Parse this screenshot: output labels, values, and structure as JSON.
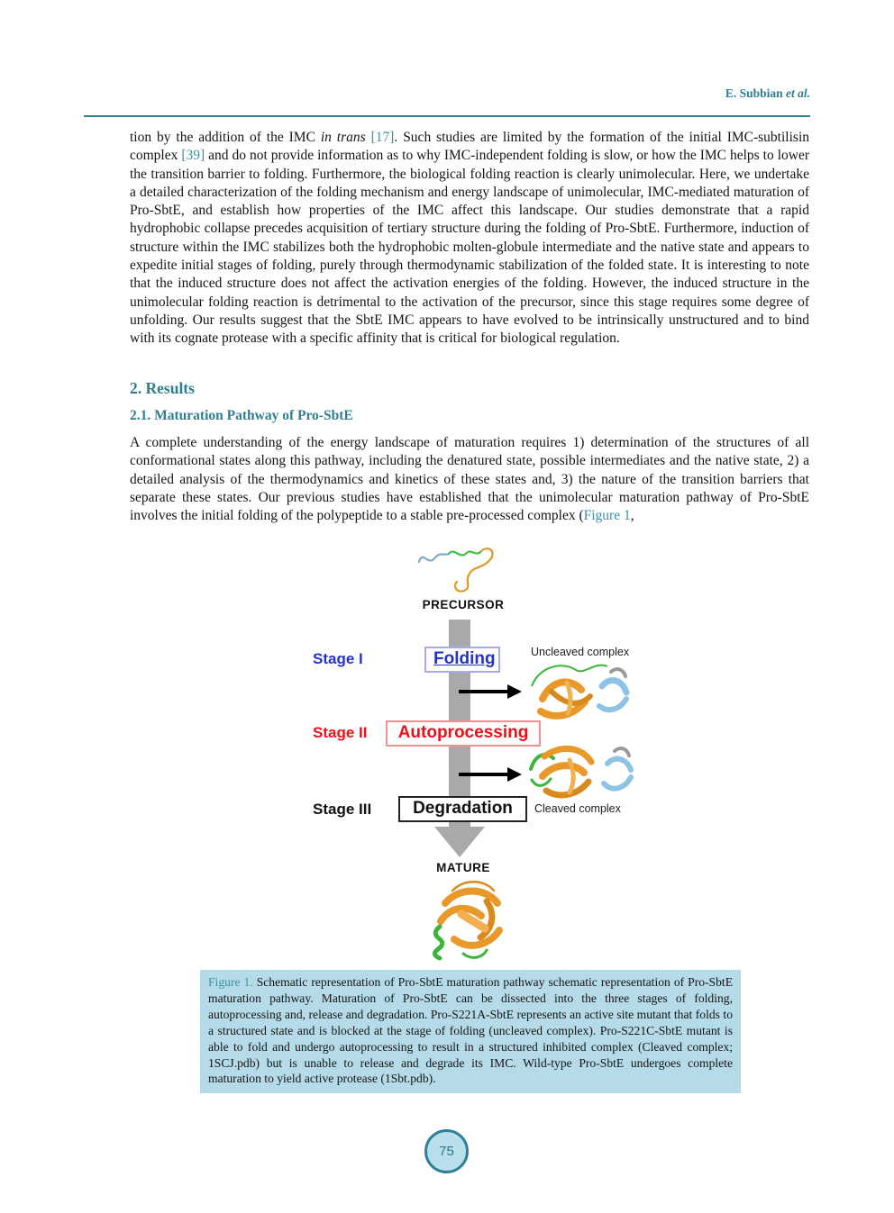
{
  "colors": {
    "accent_teal": "#2E7E90",
    "link_teal": "#3E8FA4",
    "caption_bg": "#B5DBE8",
    "stage1_blue": "#2633C8",
    "stage2_red": "#E91219",
    "stage3_black": "#111111",
    "gray_arrow": "#A9A9A9",
    "pagenum_fill": "#B9DFEA",
    "pagenum_border": "#2E7F99"
  },
  "header": {
    "segments": [
      {
        "t": "E. Subbian "
      },
      {
        "t": "et al.",
        "c": "it"
      }
    ]
  },
  "paragraph1": {
    "segments": [
      {
        "t": "tion by the addition of the IMC "
      },
      {
        "t": "in trans",
        "c": "it"
      },
      {
        "t": " "
      },
      {
        "t": "[17]",
        "c": "lk",
        "n": "citation-link-17",
        "i": true
      },
      {
        "t": ". Such studies are limited by the formation of the initial IMC-subtilisin complex "
      },
      {
        "t": "[39]",
        "c": "lk",
        "n": "citation-link-39",
        "i": true
      },
      {
        "t": " and do not provide information as to why IMC-independent folding is slow, or how the IMC helps to lower the transition barrier to folding. Furthermore, the biological folding reaction is clearly unimolecular. Here, we undertake a detailed characterization of the folding mechanism and energy landscape of unimolecular, IMC-mediated maturation of Pro-SbtE, and establish how properties of the IMC affect this landscape. Our studies demonstrate that a rapid hydrophobic collapse precedes acquisition of tertiary structure during the folding of Pro-SbtE. Furthermore, induction of structure within the IMC stabilizes both the hydrophobic molten-globule intermediate and the native state and appears to expedite initial stages of folding, purely through thermodynamic stabilization of the folded state. It is interesting to note that the induced structure does not affect the activation energies of the folding. However, the induced structure in the unimolecular folding reaction is detrimental to the activation of the precursor, since this stage requires some degree of unfolding. Our results suggest that the SbtE IMC appears to have evolved to be intrinsically unstructured and to bind with its cognate protease with a specific affinity that is critical for biological regulation."
      }
    ]
  },
  "headings": {
    "results": "2. Results",
    "subsection": "2.1. Maturation Pathway of Pro-SbtE"
  },
  "paragraph2": {
    "segments": [
      {
        "t": "A complete understanding of the energy landscape of maturation requires 1) determination of the structures of all conformational states along this pathway, including the denatured state, possible intermediates and the native state, 2) a detailed analysis of the thermodynamics and kinetics of these states and, 3) the nature of the transition barriers that separate these states. Our previous studies have established that the unimolecular maturation pathway of Pro-SbtE involves the initial folding of the polypeptide to a stable pre-processed complex ("
      },
      {
        "t": "Figure 1",
        "c": "lk",
        "n": "figure-1-link",
        "i": true
      },
      {
        "t": ","
      }
    ]
  },
  "figure": {
    "precursor_label": "PRECURSOR",
    "stage1_label": "Stage I",
    "stage1_box": "Folding",
    "uncleaved_label": "Uncleaved complex",
    "stage2_label": "Stage II",
    "stage2_box": "Autoprocessing",
    "stage3_label": "Stage III",
    "stage3_box": "Degradation",
    "cleaved_label": "Cleaved complex",
    "mature_label": "MATURE"
  },
  "caption": {
    "segments": [
      {
        "t": "Figure 1.",
        "c": "cl"
      },
      {
        "t": " Schematic representation of Pro-SbtE maturation pathway schematic representation of Pro-SbtE maturation pathway. Maturation of Pro-SbtE can be dissected into the three stages of folding, autoprocessing and, release and degradation. Pro-S221A-SbtE represents an active site mutant that folds to a structured state and is blocked at the stage of folding (uncleaved complex). Pro-S221C-SbtE mutant is able to fold and undergo autoprocessing to result in a structured inhibited complex (Cleaved complex; 1SCJ.pdb) but is unable to release and degrade its IMC. Wild-type Pro-SbtE undergoes complete maturation to yield active protease (1Sbt.pdb)."
      }
    ]
  },
  "page_number": "75"
}
